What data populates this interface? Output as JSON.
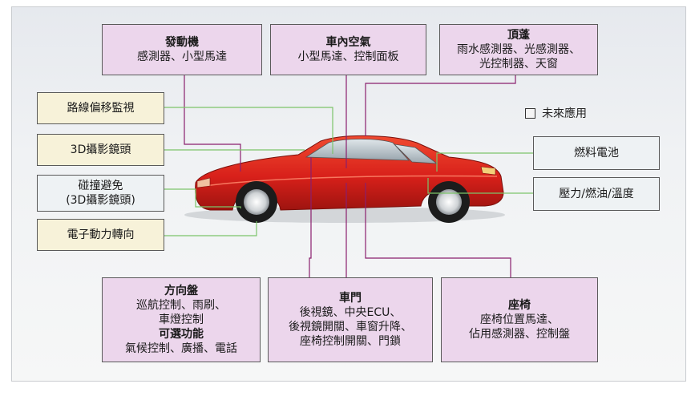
{
  "top_boxes": {
    "engine": {
      "title": "發動機",
      "lines": [
        "感測器、小型馬達"
      ]
    },
    "cabin": {
      "title": "車內空氣",
      "lines": [
        "小型馬達、控制面板"
      ]
    },
    "roof": {
      "title": "頂蓬",
      "lines": [
        "雨水感測器、光感測器、",
        "光控制器、天窗"
      ]
    }
  },
  "left_boxes": {
    "lane": "路線偏移監視",
    "camera": "3D攝影鏡頭",
    "collision": [
      "碰撞避免",
      "(3D攝影鏡頭)"
    ],
    "steering_power": "電子動力轉向"
  },
  "right_boxes": {
    "fuel_cell": "燃料電池",
    "pressure": "壓力/燃油/溫度"
  },
  "legend": {
    "label": "未來應用"
  },
  "bottom_boxes": {
    "wheel": {
      "title": "方向盤",
      "lines": [
        "巡航控制、雨刷、",
        "車燈控制"
      ],
      "subtitle": "可選功能",
      "sublines": [
        "氣候控制、廣播、電話"
      ]
    },
    "door": {
      "title": "車門",
      "lines": [
        "後視鏡、中央ECU、",
        "後視鏡開關、車窗升降、",
        "座椅控制開關、門鎖"
      ]
    },
    "seat": {
      "title": "座椅",
      "lines": [
        "座椅位置馬達、",
        "佔用感測器、控制盤"
      ]
    }
  },
  "colors": {
    "purple_box": "#ecd6ec",
    "cream_box": "#f7f2d9",
    "white_box": "#eef2f4",
    "car_body": "#d8201a",
    "wire_purple": "#8a1f6e",
    "wire_green": "#7cc46a"
  }
}
